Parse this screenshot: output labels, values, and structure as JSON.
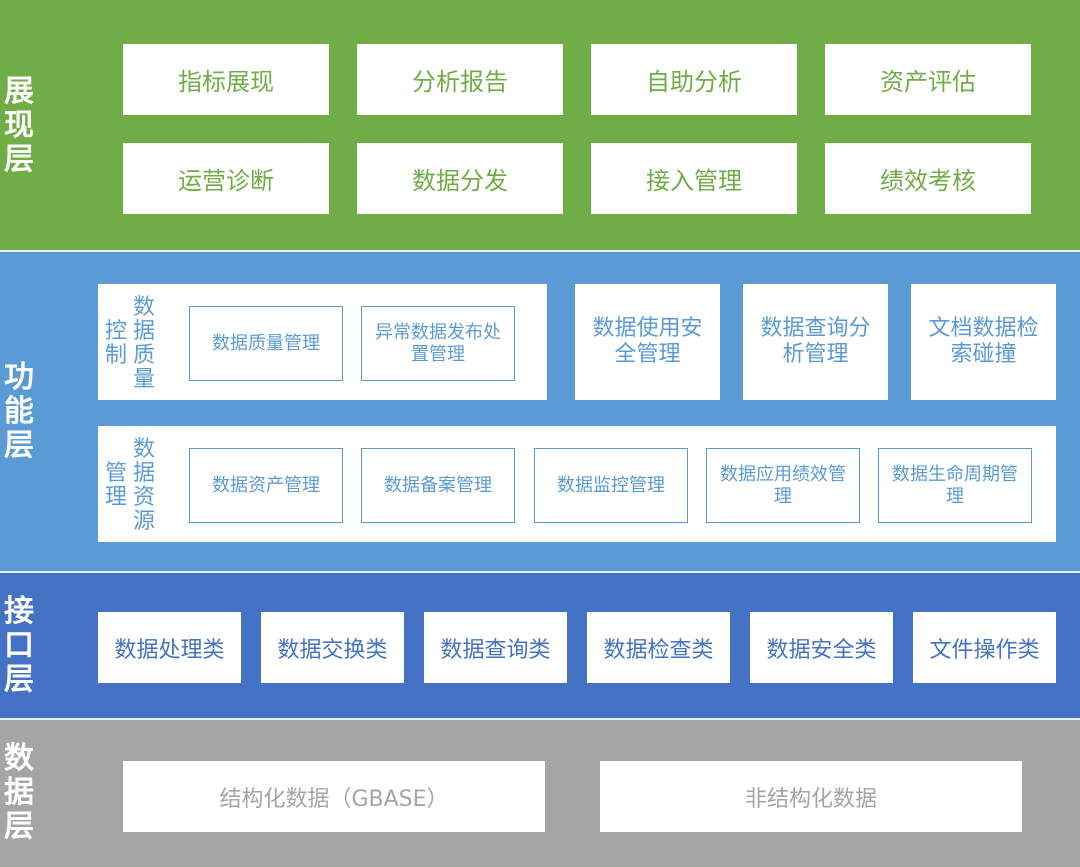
{
  "presentation_layer": {
    "title": "展现层",
    "items": [
      "指标展现",
      "分析报告",
      "自助分析",
      "资产评估",
      "运营诊断",
      "数据分发",
      "接入管理",
      "绩效考核"
    ]
  },
  "function_layer": {
    "title": "功能层",
    "quality_control": {
      "label_col1": "控制",
      "label_col2": "数据质量",
      "items": [
        "数据质量管理",
        "异常数据发布处置管理"
      ]
    },
    "standalone_items": [
      "数据使用安全管理",
      "数据查询分析管理",
      "文档数据检索碰撞"
    ],
    "resource_management": {
      "label_col1": "管理",
      "label_col2": "数据资源",
      "items": [
        "数据资产管理",
        "数据备案管理",
        "数据监控管理",
        "数据应用绩效管理",
        "数据生命周期管理"
      ]
    }
  },
  "interface_layer": {
    "title": "接口层",
    "items": [
      "数据处理类",
      "数据交换类",
      "数据查询类",
      "数据检查类",
      "数据安全类",
      "文件操作类"
    ]
  },
  "data_layer": {
    "title": "数据层",
    "items": [
      "结构化数据（GBASE）",
      "非结构化数据"
    ]
  },
  "colors": {
    "presentation": "#70ad47",
    "function": "#5b9bd5",
    "interface": "#4472c4",
    "data": "#a5a5a5"
  }
}
